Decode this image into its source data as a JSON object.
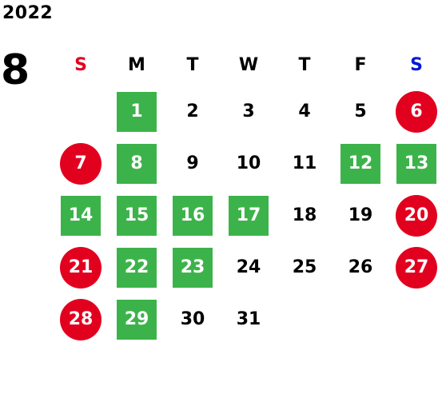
{
  "year": "2022",
  "month": "8",
  "colors": {
    "sunday_header": "#e2001f",
    "saturday_header": "#0018d4",
    "holiday_circle": "#e2001f",
    "highlight_square": "#3cb34a"
  },
  "weekdays": [
    {
      "label": "S",
      "color": "#e2001f"
    },
    {
      "label": "M",
      "color": "#000000"
    },
    {
      "label": "T",
      "color": "#000000"
    },
    {
      "label": "W",
      "color": "#000000"
    },
    {
      "label": "T",
      "color": "#000000"
    },
    {
      "label": "F",
      "color": "#000000"
    },
    {
      "label": "S",
      "color": "#0018d4"
    }
  ],
  "weeks": [
    [
      {
        "day": "",
        "style": "none"
      },
      {
        "day": "1",
        "style": "green"
      },
      {
        "day": "2",
        "style": "plain"
      },
      {
        "day": "3",
        "style": "plain"
      },
      {
        "day": "4",
        "style": "plain"
      },
      {
        "day": "5",
        "style": "plain"
      },
      {
        "day": "6",
        "style": "red"
      }
    ],
    [
      {
        "day": "7",
        "style": "red"
      },
      {
        "day": "8",
        "style": "green"
      },
      {
        "day": "9",
        "style": "plain"
      },
      {
        "day": "10",
        "style": "plain"
      },
      {
        "day": "11",
        "style": "plain"
      },
      {
        "day": "12",
        "style": "green"
      },
      {
        "day": "13",
        "style": "green"
      }
    ],
    [
      {
        "day": "14",
        "style": "green"
      },
      {
        "day": "15",
        "style": "green"
      },
      {
        "day": "16",
        "style": "green"
      },
      {
        "day": "17",
        "style": "green"
      },
      {
        "day": "18",
        "style": "plain"
      },
      {
        "day": "19",
        "style": "plain"
      },
      {
        "day": "20",
        "style": "red"
      }
    ],
    [
      {
        "day": "21",
        "style": "red"
      },
      {
        "day": "22",
        "style": "green"
      },
      {
        "day": "23",
        "style": "green"
      },
      {
        "day": "24",
        "style": "plain"
      },
      {
        "day": "25",
        "style": "plain"
      },
      {
        "day": "26",
        "style": "plain"
      },
      {
        "day": "27",
        "style": "red"
      }
    ],
    [
      {
        "day": "28",
        "style": "red"
      },
      {
        "day": "29",
        "style": "green"
      },
      {
        "day": "30",
        "style": "plain"
      },
      {
        "day": "31",
        "style": "plain"
      },
      {
        "day": "",
        "style": "none"
      },
      {
        "day": "",
        "style": "none"
      },
      {
        "day": "",
        "style": "none"
      }
    ]
  ]
}
